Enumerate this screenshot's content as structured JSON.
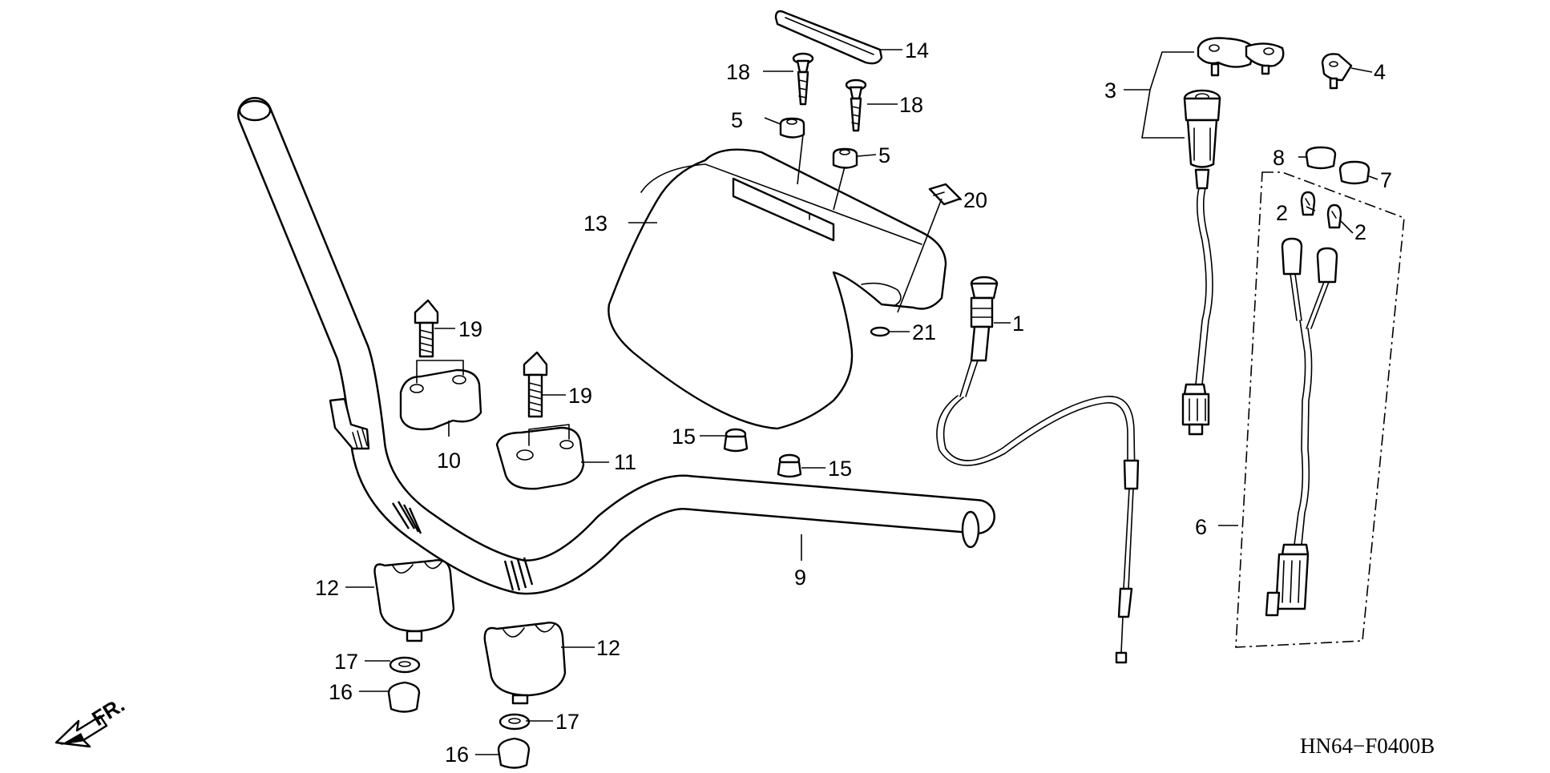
{
  "diagram": {
    "code": "HN64−F0400B",
    "direction_label": "FR.",
    "callouts": {
      "c1": "1",
      "c2a": "2",
      "c2b": "2",
      "c3": "3",
      "c4": "4",
      "c5a": "5",
      "c5b": "5",
      "c6": "6",
      "c7": "7",
      "c8": "8",
      "c9": "9",
      "c10": "10",
      "c11": "11",
      "c12a": "12",
      "c12b": "12",
      "c13": "13",
      "c14": "14",
      "c15a": "15",
      "c15b": "15",
      "c16a": "16",
      "c16b": "16",
      "c17a": "17",
      "c17b": "17",
      "c18a": "18",
      "c18b": "18",
      "c19a": "19",
      "c19b": "19",
      "c20": "20",
      "c21": "21"
    }
  }
}
